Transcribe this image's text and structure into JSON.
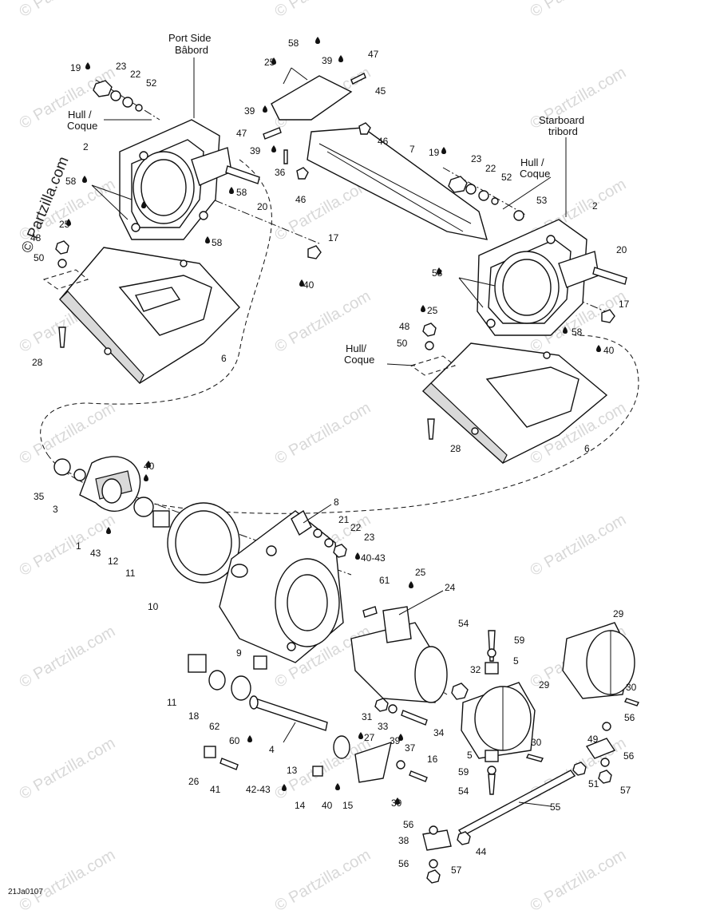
{
  "watermarks": {
    "repeat_text": "© Partzilla.com",
    "main_text": "© Partzilla.com"
  },
  "drawing_code": "21Ja0107",
  "notes": {
    "port_line1": "Port Side",
    "port_line2": "Bâbord",
    "starboard_line1": "Starboard",
    "starboard_line2": "tribord",
    "hull_line1": "Hull /",
    "hull_line2": "Coque",
    "hull_b_line1": "Hull/",
    "hull_b_line2": "Coque"
  },
  "callouts": [
    {
      "id": "c19a",
      "text": "19"
    },
    {
      "id": "c23a",
      "text": "23"
    },
    {
      "id": "c22a",
      "text": "22"
    },
    {
      "id": "c52a",
      "text": "52"
    },
    {
      "id": "c2a",
      "text": "2"
    },
    {
      "id": "c58a",
      "text": "58"
    },
    {
      "id": "c58b",
      "text": "58"
    },
    {
      "id": "c20a",
      "text": "20"
    },
    {
      "id": "c25a",
      "text": "25"
    },
    {
      "id": "c48a",
      "text": "48"
    },
    {
      "id": "c50a",
      "text": "50"
    },
    {
      "id": "c58c",
      "text": "58"
    },
    {
      "id": "c28a",
      "text": "28"
    },
    {
      "id": "c6a",
      "text": "6"
    },
    {
      "id": "c58d",
      "text": "58"
    },
    {
      "id": "c25b",
      "text": "25"
    },
    {
      "id": "c39a",
      "text": "39"
    },
    {
      "id": "c47a",
      "text": "47"
    },
    {
      "id": "c45",
      "text": "45"
    },
    {
      "id": "c39b",
      "text": "39"
    },
    {
      "id": "c47b",
      "text": "47"
    },
    {
      "id": "c39c",
      "text": "39"
    },
    {
      "id": "c36",
      "text": "36"
    },
    {
      "id": "c46a",
      "text": "46"
    },
    {
      "id": "c7",
      "text": "7"
    },
    {
      "id": "c46b",
      "text": "46"
    },
    {
      "id": "c17a",
      "text": "17"
    },
    {
      "id": "c40a",
      "text": "40"
    },
    {
      "id": "c19b",
      "text": "19"
    },
    {
      "id": "c23b",
      "text": "23"
    },
    {
      "id": "c22b",
      "text": "22"
    },
    {
      "id": "c52b",
      "text": "52"
    },
    {
      "id": "c53",
      "text": "53"
    },
    {
      "id": "c2b",
      "text": "2"
    },
    {
      "id": "c20b",
      "text": "20"
    },
    {
      "id": "c58e",
      "text": "58"
    },
    {
      "id": "c58f",
      "text": "58"
    },
    {
      "id": "c17b",
      "text": "17"
    },
    {
      "id": "c40b",
      "text": "40"
    },
    {
      "id": "c25c",
      "text": "25"
    },
    {
      "id": "c48b",
      "text": "48"
    },
    {
      "id": "c50b",
      "text": "50"
    },
    {
      "id": "c28b",
      "text": "28"
    },
    {
      "id": "c6b",
      "text": "6"
    },
    {
      "id": "c35",
      "text": "35"
    },
    {
      "id": "c3",
      "text": "3"
    },
    {
      "id": "c40c",
      "text": "40"
    },
    {
      "id": "c1",
      "text": "1"
    },
    {
      "id": "c43",
      "text": "43"
    },
    {
      "id": "c12",
      "text": "12"
    },
    {
      "id": "c11a",
      "text": "11"
    },
    {
      "id": "c10",
      "text": "10"
    },
    {
      "id": "c8",
      "text": "8"
    },
    {
      "id": "c21",
      "text": "21"
    },
    {
      "id": "c22c",
      "text": "22"
    },
    {
      "id": "c23c",
      "text": "23"
    },
    {
      "id": "c4043a",
      "text": "40-43"
    },
    {
      "id": "c61",
      "text": "61"
    },
    {
      "id": "c25d",
      "text": "25"
    },
    {
      "id": "c24",
      "text": "24"
    },
    {
      "id": "c29a",
      "text": "29"
    },
    {
      "id": "c54a",
      "text": "54"
    },
    {
      "id": "c59a",
      "text": "59"
    },
    {
      "id": "c32",
      "text": "32"
    },
    {
      "id": "c5a",
      "text": "5"
    },
    {
      "id": "c29b",
      "text": "29"
    },
    {
      "id": "c30a",
      "text": "30"
    },
    {
      "id": "c56a",
      "text": "56"
    },
    {
      "id": "c9",
      "text": "9"
    },
    {
      "id": "c11b",
      "text": "11"
    },
    {
      "id": "c18",
      "text": "18"
    },
    {
      "id": "c62",
      "text": "62"
    },
    {
      "id": "c60",
      "text": "60"
    },
    {
      "id": "c4",
      "text": "4"
    },
    {
      "id": "c31",
      "text": "31"
    },
    {
      "id": "c33",
      "text": "33"
    },
    {
      "id": "c34",
      "text": "34"
    },
    {
      "id": "c39d",
      "text": "39"
    },
    {
      "id": "c27",
      "text": "27"
    },
    {
      "id": "c37",
      "text": "37"
    },
    {
      "id": "c16",
      "text": "16"
    },
    {
      "id": "c30b",
      "text": "30"
    },
    {
      "id": "c49",
      "text": "49"
    },
    {
      "id": "c56b",
      "text": "56"
    },
    {
      "id": "c5b",
      "text": "5"
    },
    {
      "id": "c59b",
      "text": "59"
    },
    {
      "id": "c54b",
      "text": "54"
    },
    {
      "id": "c51",
      "text": "51"
    },
    {
      "id": "c57a",
      "text": "57"
    },
    {
      "id": "c26",
      "text": "26"
    },
    {
      "id": "c41",
      "text": "41"
    },
    {
      "id": "c13",
      "text": "13"
    },
    {
      "id": "c4243",
      "text": "42-43"
    },
    {
      "id": "c14",
      "text": "14"
    },
    {
      "id": "c40d",
      "text": "40"
    },
    {
      "id": "c15",
      "text": "15"
    },
    {
      "id": "c39e",
      "text": "39"
    },
    {
      "id": "c55",
      "text": "55"
    },
    {
      "id": "c56c",
      "text": "56"
    },
    {
      "id": "c38",
      "text": "38"
    },
    {
      "id": "c44",
      "text": "44"
    },
    {
      "id": "c56d",
      "text": "56"
    },
    {
      "id": "c57b",
      "text": "57"
    }
  ]
}
